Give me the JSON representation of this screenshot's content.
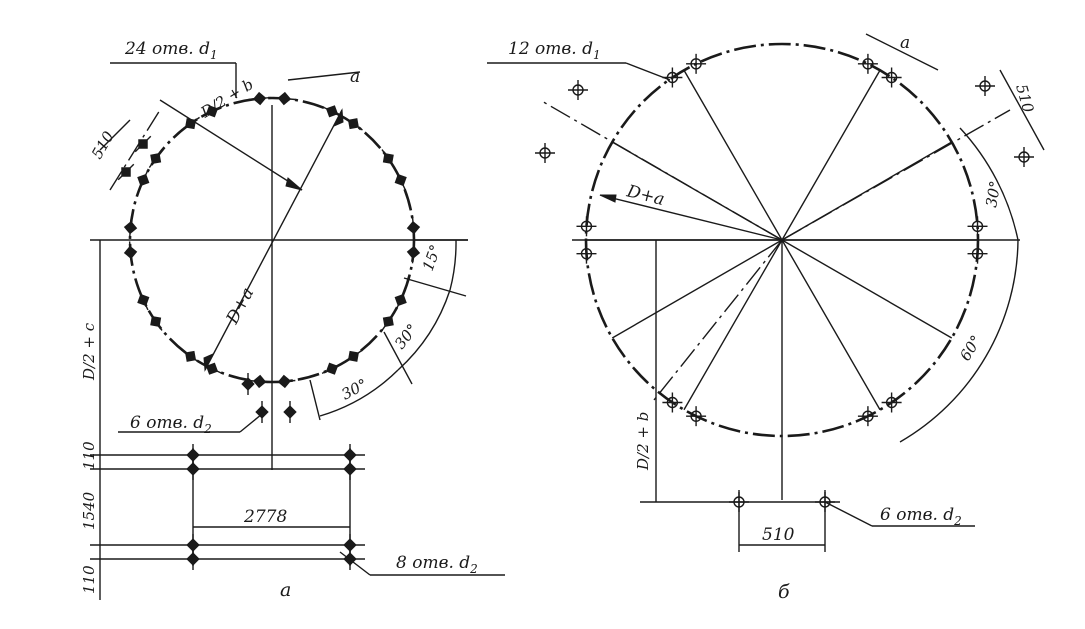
{
  "figure_a": {
    "caption": "а",
    "holes_d1_label": "24 отв. d",
    "holes_d1_sub": "1",
    "holes_d2_top_label": "6 отв. d",
    "holes_d2_top_sub": "2",
    "holes_d2_bottom_label": "8 отв. d",
    "holes_d2_bottom_sub": "2",
    "dim_a": "a",
    "dim_510": "510",
    "dim_half_D_plus_b": "D/2 + b",
    "dim_D_plus_a": "D+a",
    "dim_half_D_plus_c": "D/2 + c",
    "angle_15": "15°",
    "angle_30_right": "30°",
    "angle_30_bottom": "30°",
    "dim_110_top": "110",
    "dim_1540": "1540",
    "dim_110_bottom": "110",
    "dim_2778": "2778"
  },
  "figure_b": {
    "caption": "б",
    "holes_d1_label": "12 отв. d",
    "holes_d1_sub": "1",
    "holes_d2_label": "6 отв. d",
    "holes_d2_sub": "2",
    "dim_a": "a",
    "dim_510_right": "510",
    "dim_D_plus_a": "D+a",
    "angle_30": "30°",
    "angle_60": "60°",
    "dim_half_D_plus_b": "D/2 + b",
    "dim_510_bottom": "510"
  }
}
